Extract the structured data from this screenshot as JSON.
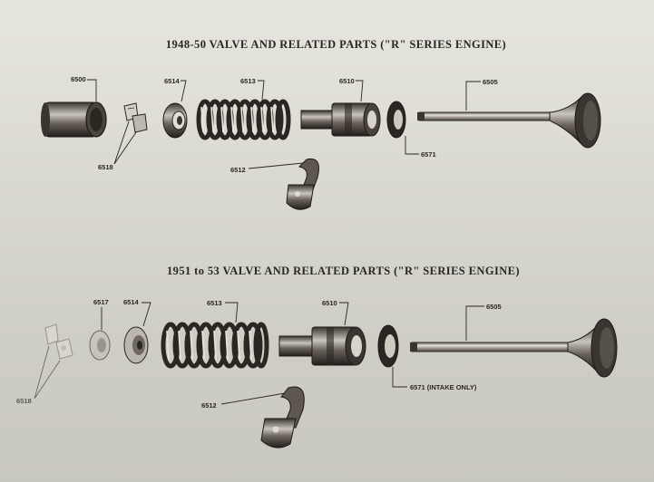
{
  "titles": {
    "top": "1948-50 VALVE AND RELATED PARTS (\"R\" SERIES ENGINE)",
    "bottom": "1951 to 53 VALVE AND RELATED PARTS (\"R\" SERIES ENGINE)"
  },
  "top_diagram": {
    "labels": {
      "p6500": "6500",
      "p6514": "6514",
      "p6513": "6513",
      "p6510": "6510",
      "p6505": "6505",
      "p6518": "6518",
      "p6512": "6512",
      "p6571": "6571"
    }
  },
  "bottom_diagram": {
    "labels": {
      "p6517": "6517",
      "p6514": "6514",
      "p6513": "6513",
      "p6510": "6510",
      "p6505": "6505",
      "p6518": "6518",
      "p6512": "6512",
      "p6571": "6571 (INTAKE ONLY)"
    }
  }
}
